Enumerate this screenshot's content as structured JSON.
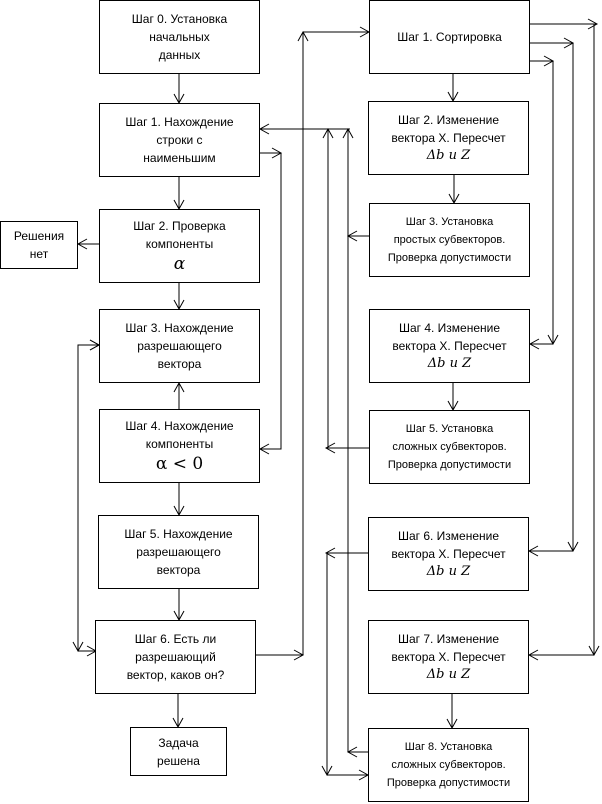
{
  "left_column": {
    "step0": {
      "lines": [
        "Шаг 0. Установка",
        "начальных",
        "данных"
      ]
    },
    "step1": {
      "lines": [
        "Шаг 1. Нахождение",
        "строки с",
        "наименьшим"
      ]
    },
    "step2": {
      "lines": [
        "Шаг 2. Проверка",
        "компоненты"
      ],
      "math": "α"
    },
    "no_solution": {
      "lines": [
        "Решения",
        "нет"
      ]
    },
    "step3": {
      "lines": [
        "Шаг 3. Нахождение",
        "разрешающего",
        "вектора"
      ]
    },
    "step4": {
      "lines": [
        "Шаг 4. Нахождение",
        "компоненты"
      ],
      "math": "α < 0"
    },
    "step5": {
      "lines": [
        "Шаг 5. Нахождение",
        "разрешающего",
        "вектора"
      ]
    },
    "step6": {
      "lines": [
        "Шаг 6. Есть ли",
        "разрешающий",
        "вектор, каков он?"
      ]
    },
    "solved": {
      "lines": [
        "Задача",
        "решена"
      ]
    }
  },
  "right_column": {
    "step1": {
      "lines": [
        "Шаг 1. Сортировка"
      ]
    },
    "step2": {
      "lines": [
        "Шаг 2. Изменение",
        "вектора X. Пересчет"
      ],
      "math": "Δb и Z"
    },
    "step3": {
      "lines": [
        "Шаг 3. Установка",
        "простых субвекторов.",
        "Проверка допустимости"
      ]
    },
    "step4": {
      "lines": [
        "Шаг 4. Изменение",
        "вектора X. Пересчет"
      ],
      "math": "Δb и Z"
    },
    "step5": {
      "lines": [
        "Шаг 5. Установка",
        "сложных субвекторов.",
        "Проверка допустимости"
      ]
    },
    "step6": {
      "lines": [
        "Шаг 6. Изменение",
        "вектора X. Пересчет"
      ],
      "math": "Δb и Z"
    },
    "step7": {
      "lines": [
        "Шаг 7. Изменение",
        "вектора X. Пересчет"
      ],
      "math": "Δb и Z"
    },
    "step8": {
      "lines": [
        "Шаг 8. Установка",
        "сложных субвекторов.",
        "Проверка допустимости"
      ]
    }
  }
}
